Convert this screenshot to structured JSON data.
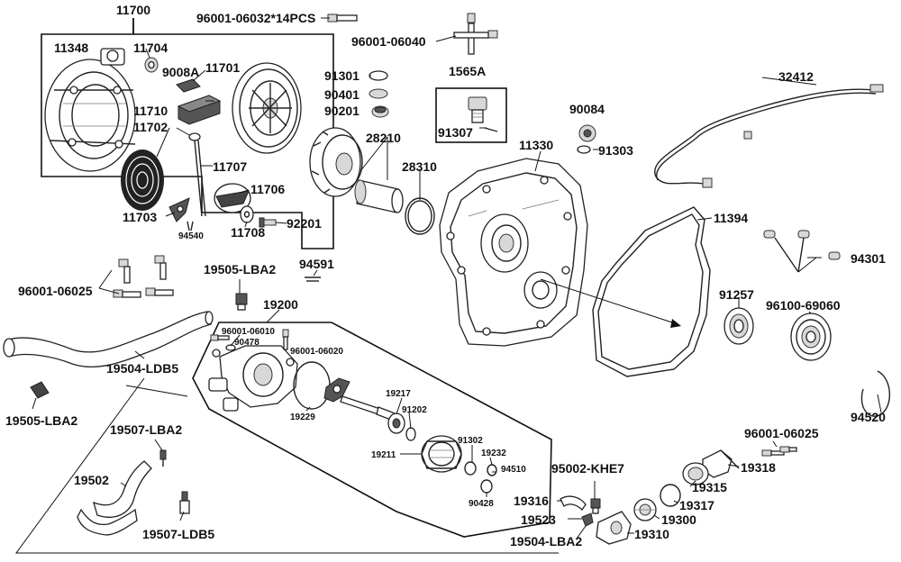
{
  "diagram": {
    "labels": {
      "p11700": "11700",
      "p96001_06032": "96001-06032*14PCS",
      "p96001_06040": "96001-06040",
      "p11348": "11348",
      "p11704": "11704",
      "p9008A": "9008A",
      "p11701": "11701",
      "p11710": "11710",
      "p11702": "11702",
      "p11707": "11707",
      "p11706": "11706",
      "p11703": "11703",
      "p94540": "94540",
      "p11708": "11708",
      "p92201": "92201",
      "p91301": "91301",
      "p90401": "90401",
      "p90201": "90201",
      "p1565A": "1565A",
      "p91307": "91307",
      "p32412": "32412",
      "p28210": "28210",
      "p28310": "28310",
      "p90084": "90084",
      "p91303": "91303",
      "p11330": "11330",
      "p11394": "11394",
      "p94301": "94301",
      "p91257": "91257",
      "p96100_69060": "96100-69060",
      "p94520": "94520",
      "p94591": "94591",
      "p96001_06025_a": "96001-06025",
      "p19505_LBA2_a": "19505-LBA2",
      "p19200": "19200",
      "p96001_06010": "96001-06010",
      "p90478": "90478",
      "p96001_06020": "96001-06020",
      "p19504_LDB5": "19504-LDB5",
      "p19505_LBA2_b": "19505-LBA2",
      "p19229": "19229",
      "p19217": "19217",
      "p91202": "91202",
      "p19211": "19211",
      "p91302": "91302",
      "p19232": "19232",
      "p94510": "94510",
      "p90428": "90428",
      "p19507_LBA2": "19507-LBA2",
      "p19502": "19502",
      "p19507_LDB5": "19507-LDB5",
      "p96001_06025_b": "96001-06025",
      "p19318": "19318",
      "p95002_KHE7": "95002-KHE7",
      "p19315": "19315",
      "p19316": "19316",
      "p19317": "19317",
      "p19523": "19523",
      "p19300": "19300",
      "p19504_LBA2": "19504-LBA2",
      "p19310": "19310"
    }
  }
}
